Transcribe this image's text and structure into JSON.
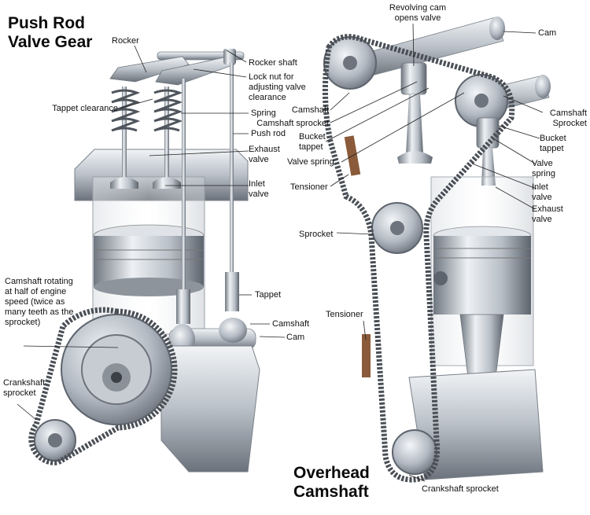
{
  "titles": {
    "left": [
      "Push Rod",
      "Valve Gear"
    ],
    "right": [
      "Overhead",
      "Camshaft"
    ]
  },
  "left_labels": {
    "rocker": [
      "Rocker"
    ],
    "rocker_shaft": [
      "Rocker shaft"
    ],
    "lock_nut": [
      "Lock nut for",
      "adjusting valve",
      "clearance"
    ],
    "tappet_clearance": [
      "Tappet clearance"
    ],
    "spring": [
      "Spring"
    ],
    "push_rod": [
      "Push rod"
    ],
    "exhaust_valve": [
      "Exhaust",
      "valve"
    ],
    "inlet_valve": [
      "Inlet",
      "valve"
    ],
    "camshaft_rotating": [
      "Camshaft rotating",
      "at half of engine",
      "speed (twice as",
      "many teeth as the",
      "sprocket)"
    ],
    "tappet": [
      "Tappet"
    ],
    "camshaft": [
      "Camshaft"
    ],
    "cam": [
      "Cam"
    ],
    "crankshaft_sprocket": [
      "Crankshaft",
      "sprocket"
    ]
  },
  "right_labels": {
    "revolving_cam": [
      "Revolving cam",
      "opens valve"
    ],
    "cam": [
      "Cam"
    ],
    "camshaft_left": [
      "Camshaft"
    ],
    "camshaft_sprocket": [
      "Camshaft sprocket"
    ],
    "bucket_tappet_left": [
      "Bucket",
      "tappet"
    ],
    "valve_spring_left": [
      "Valve spring"
    ],
    "tensioner_top": [
      "Tensioner"
    ],
    "camshaft_sprocket_right": [
      "Camshaft",
      "Sprocket"
    ],
    "bucket_tappet_right": [
      "Bucket",
      "tappet"
    ],
    "valve_spring_right": [
      "Valve",
      "spring"
    ],
    "inlet_valve": [
      "Inlet",
      "valve"
    ],
    "exhaust_valve": [
      "Exhaust",
      "valve"
    ],
    "sprocket": [
      "Sprocket"
    ],
    "tensioner_bottom": [
      "Tensioner"
    ],
    "crankshaft_sprocket": [
      "Crankshaft sprocket"
    ]
  },
  "colors": {
    "metal_light": "#e6e9ed",
    "metal_mid": "#aab1ba",
    "metal_dark": "#5d646d",
    "chain": "#4a4f56",
    "tensioner": "#8a5a3a",
    "leader": "#222222"
  }
}
